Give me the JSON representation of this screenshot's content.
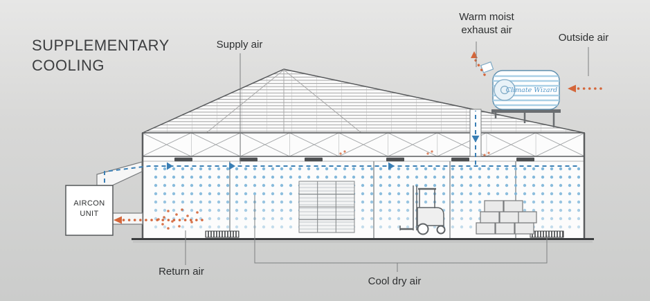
{
  "title": {
    "line1": "SUPPLEMENTARY",
    "line2": "COOLING"
  },
  "labels": {
    "supply_air": "Supply air",
    "warm_moist_exhaust_line1": "Warm moist",
    "warm_moist_exhaust_line2": "exhaust air",
    "outside_air": "Outside air",
    "return_air": "Return air",
    "cool_dry_air": "Cool dry air"
  },
  "aircon_unit": {
    "line1": "AIRCON",
    "line2": "UNIT"
  },
  "rooftop_unit": {
    "brand": "Climate Wizard"
  },
  "colors": {
    "background_top": "#e7e7e6",
    "background_bottom": "#cbcccb",
    "cool_air_flow": "#3a7fb5",
    "cool_air_dots": "#7db5d9",
    "warm_air_flow": "#d4663a",
    "structure_line": "#5a5c5e"
  }
}
